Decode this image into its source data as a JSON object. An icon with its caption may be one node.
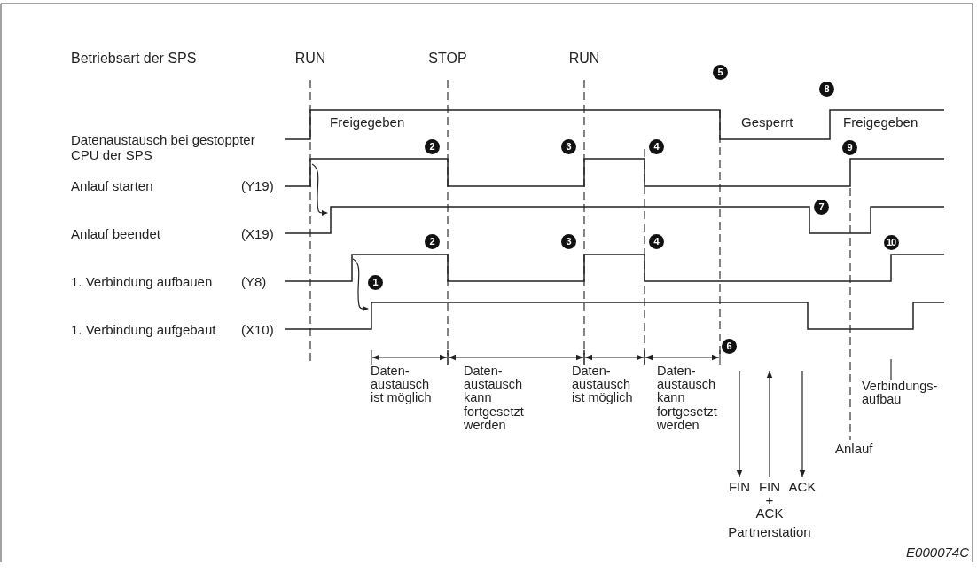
{
  "diagram": {
    "nodes": [
      {
        "text": [
          "FIN"
        ]
      },
      {
        "text": [
          "FIN + ACK"
        ]
      },
      {
        "text": [
          "ACK"
        ]
      }
    ],
    "edges": [
      {
        "from": null,
        "to": 0,
        "arrow": "to"
      },
      {
        "from": 1,
        "to": null,
        "arrow": "to"
      },
      {
        "from": null,
        "to": 2,
        "arrow": "to"
      }
    ],
    "labels": [
      "Betriebsart der SPS",
      "RUN",
      "STOP",
      "RUN",
      "5",
      "8",
      "Freigegeben",
      "Gesperrt",
      "Freigegeben",
      "Datenaustausch bei gestoppter CPU der SPS",
      "2",
      "3",
      "4",
      "9",
      "Anlauf starten",
      "(Y19)",
      "7",
      "Anlauf beendet",
      "(X19)",
      "2",
      "3",
      "4",
      "10",
      "1. Verbindung aufbauen",
      "(Y8)",
      "1",
      "1. Verbindung aufgebaut",
      "(X10)",
      "6",
      "Daten- austausch ist möglich",
      "Daten- austausch kann fortgesetzt werden",
      "Daten- austausch ist möglich",
      "Daten- austausch kann fortgesetzt werden",
      "Verbindungs- aufbau",
      "Anlauf",
      "Partnerstation",
      "E000074C"
    ]
  }
}
